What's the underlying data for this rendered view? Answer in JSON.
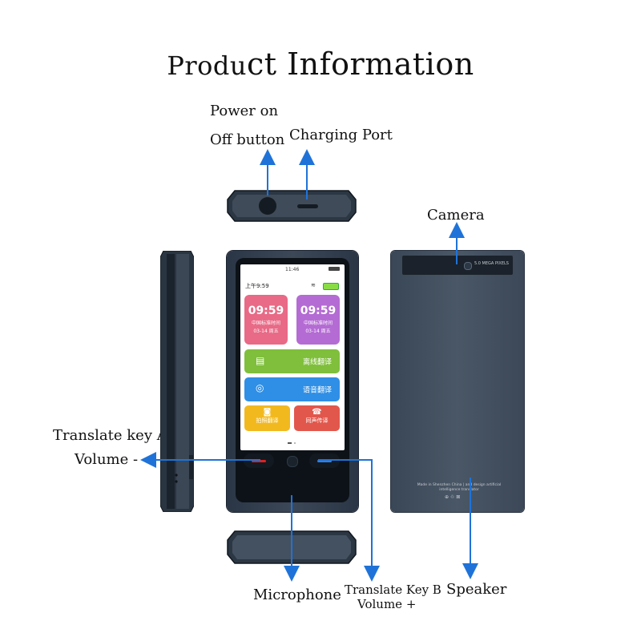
{
  "title": {
    "prefix": "Produ",
    "rest": "ct Information"
  },
  "labels": {
    "power": "Power on",
    "off_button": "Off button",
    "charging": "Charging Port",
    "camera": "Camera",
    "translate_a": "Translate key A",
    "volume_minus": "Volume -",
    "microphone": "Microphone",
    "translate_b": "Translate Key B",
    "volume_plus": "Volume +",
    "speaker": "Speaker"
  },
  "screen": {
    "status_time": "11:46",
    "top_time": "上午9:59",
    "clock_left": {
      "time": "09:59",
      "zone": "中国标准时间",
      "date": "03-14 周五"
    },
    "clock_right": {
      "time": "09:59",
      "zone": "中国标准时间",
      "date": "03-14 周五"
    },
    "offline": "离线翻译",
    "voice": "语音翻译",
    "photo": "拍照翻译",
    "simul": "同声传译"
  },
  "back": {
    "camera_text": "5.0 MEGA PIXELS",
    "made_text": "Made in Shenzhen China | and design artificial intelligence translator"
  },
  "colors": {
    "arrow": "#1f73d8",
    "pink": "#e86a86",
    "purple": "#b46bd3",
    "green": "#7fbf3b",
    "blue": "#2f8fe6",
    "yellow": "#f2b91f",
    "red": "#e2574c"
  }
}
